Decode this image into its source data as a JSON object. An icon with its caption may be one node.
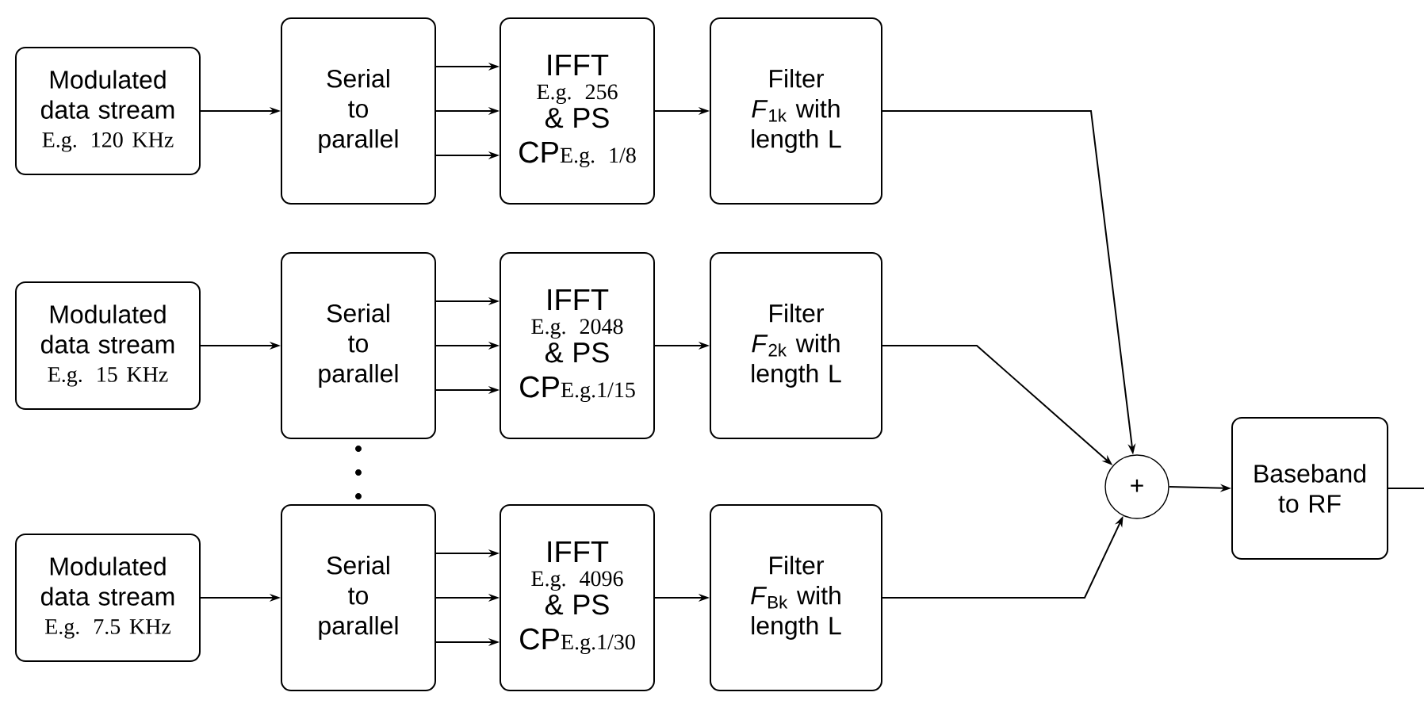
{
  "diagram": {
    "nodes": [
      {
        "text": [
          "Modulated data stream",
          "E.g. 120 KHz"
        ]
      },
      {
        "text": [
          "Serial to parallel"
        ]
      },
      {
        "text": [
          "IFFT",
          "E.g. 256",
          "& PS",
          "CP",
          "E.g. 1/8"
        ]
      },
      {
        "text": [
          "Filter",
          "*F*$_{1k}$ with length L"
        ]
      },
      {
        "text": [
          "Modulated data stream",
          "E.g. 15 KHz"
        ]
      },
      {
        "text": [
          "Serial to parallel"
        ]
      },
      {
        "text": [
          "IFFT",
          "E.g. 2048",
          "& PS",
          "CP",
          "E.g.1/15"
        ]
      },
      {
        "text": [
          "Filter",
          "*F*$_{2k}$ with length L"
        ]
      },
      {
        "text": [
          "Modulated data stream",
          "E.g. 7.5 KHz"
        ]
      },
      {
        "text": [
          "Serial to parallel"
        ]
      },
      {
        "text": [
          "IFFT",
          "E.g. 4096",
          "& PS",
          "CP",
          "E.g.1/30"
        ]
      },
      {
        "text": [
          "Filter",
          "*F*$_{Bk}$ with length L"
        ]
      },
      {
        "text": [
          "+"
        ]
      },
      {
        "text": [
          "Baseband to RF"
        ]
      }
    ],
    "edges": [
      {
        "from": 0,
        "to": 1,
        "arrow": "to"
      },
      {
        "from": 1,
        "to": 2,
        "arrow": "to"
      },
      {
        "from": 1,
        "to": 2,
        "arrow": "to"
      },
      {
        "from": 1,
        "to": 2,
        "arrow": "to"
      },
      {
        "from": 2,
        "to": 3,
        "arrow": "to"
      },
      {
        "from": 4,
        "to": 5,
        "arrow": "to"
      },
      {
        "from": 5,
        "to": 6,
        "arrow": "to"
      },
      {
        "from": 5,
        "to": 6,
        "arrow": "to"
      },
      {
        "from": 5,
        "to": 6,
        "arrow": "to"
      },
      {
        "from": 6,
        "to": 7,
        "arrow": "to"
      },
      {
        "from": 8,
        "to": 9,
        "arrow": "to"
      },
      {
        "from": 9,
        "to": 10,
        "arrow": "to"
      },
      {
        "from": 9,
        "to": 10,
        "arrow": "to"
      },
      {
        "from": 9,
        "to": 10,
        "arrow": "to"
      },
      {
        "from": 10,
        "to": 11,
        "arrow": "to"
      },
      {
        "from": 3,
        "to": 12,
        "arrow": "to"
      },
      {
        "from": 7,
        "to": 12,
        "arrow": "to"
      },
      {
        "from": 11,
        "to": 12,
        "arrow": "to"
      },
      {
        "from": 12,
        "to": 13,
        "arrow": "to"
      },
      {
        "from": 13,
        "to": null,
        "arrow": "none"
      }
    ]
  }
}
